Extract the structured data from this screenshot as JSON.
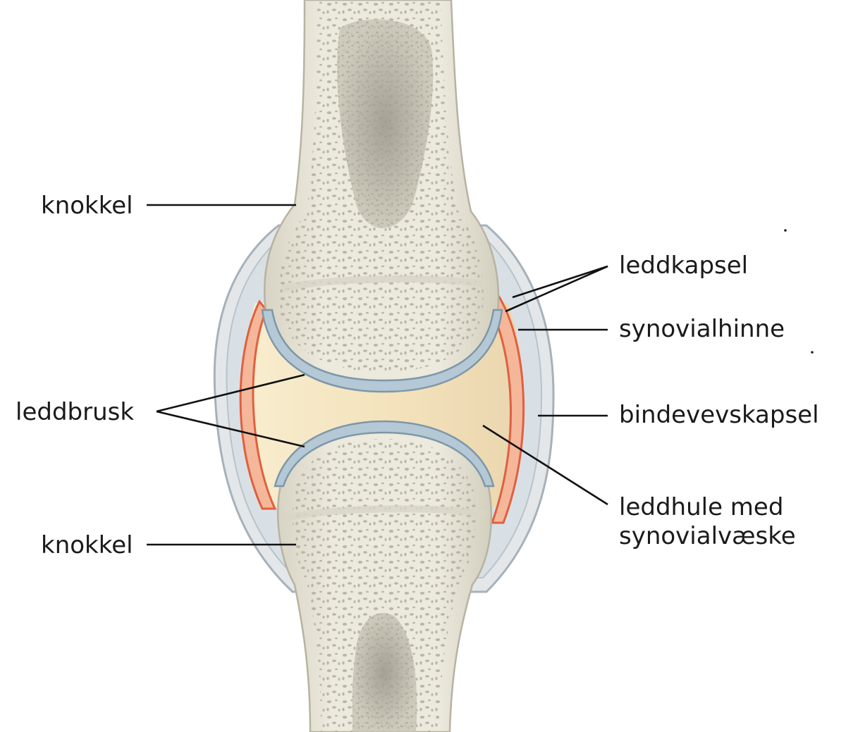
{
  "labels": {
    "bone_top": "knokkel",
    "cartilage": "leddbrusk",
    "bone_bottom": "knokkel",
    "joint_capsule": "leddkapsel",
    "synovial_membrane": "synovialhinne",
    "fibrous_capsule": "bindevevskapsel",
    "joint_cavity_line1": "leddhule med",
    "joint_cavity_line2": "synovialvæske"
  },
  "colors": {
    "bone": "#e9e6d8",
    "bone_edge": "#bdb9a8",
    "marrow": "#a9a498",
    "capsule": "#dfe4e8",
    "capsule_edge": "#a9b4bd",
    "cartilage": "#a9bfcf",
    "cartilage_edge": "#6f8a9c",
    "synovial": "#e9785a",
    "synovial_fill": "#f6c4a3",
    "fluid": "#f5e6c1",
    "fluid_deep": "#ecd9b4"
  }
}
